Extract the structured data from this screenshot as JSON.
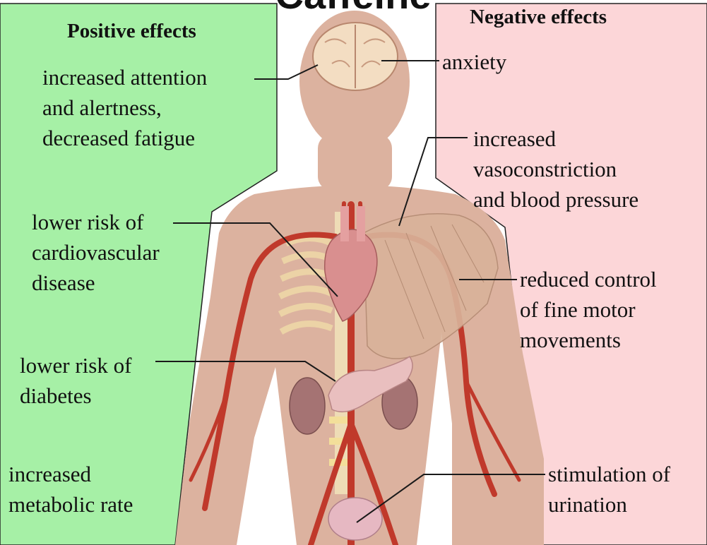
{
  "title": "Caffeine",
  "colors": {
    "positive_panel": "#a6f0a6",
    "negative_panel": "#fcd6d8",
    "skin": "#dcb29f",
    "artery": "#c0392b",
    "leader_line": "#1a1a1a"
  },
  "positive": {
    "heading": "Positive effects",
    "attention": [
      "increased attention",
      "and alertness,",
      "decreased fatigue"
    ],
    "cardio": [
      "lower risk of",
      "cardiovascular",
      "disease"
    ],
    "diabetes": [
      "lower risk of",
      "diabetes"
    ],
    "metabolic": [
      "increased",
      "metabolic rate"
    ]
  },
  "negative": {
    "heading": "Negative effects",
    "anxiety": [
      "anxiety"
    ],
    "vaso": [
      "increased",
      "vasoconstriction",
      "and blood pressure"
    ],
    "motor": [
      "reduced control",
      "of fine motor",
      "movements"
    ],
    "urination": [
      "stimulation of",
      "urination"
    ]
  },
  "icons": {
    "brain": "brain-icon",
    "heart": "heart-icon",
    "pancreas": "pancreas-icon",
    "kidneys": "kidney-icon",
    "bladder": "bladder-icon",
    "muscle": "arm-muscle-icon"
  }
}
